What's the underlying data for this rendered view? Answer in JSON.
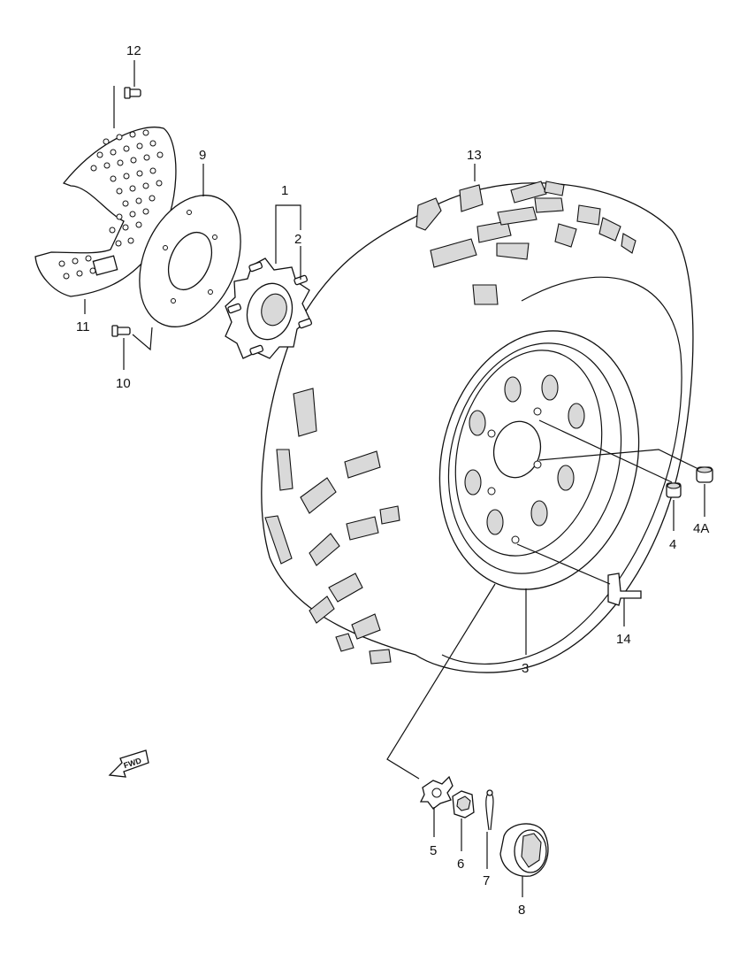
{
  "labels": {
    "p1": "1",
    "p2": "2",
    "p3": "3",
    "p4": "4",
    "p4a": "4A",
    "p5": "5",
    "p6": "6",
    "p7": "7",
    "p8": "8",
    "p9": "9",
    "p10": "10",
    "p11": "11",
    "p12": "12",
    "p13": "13",
    "p14": "14"
  },
  "fwd_arrow_text": "FWD"
}
